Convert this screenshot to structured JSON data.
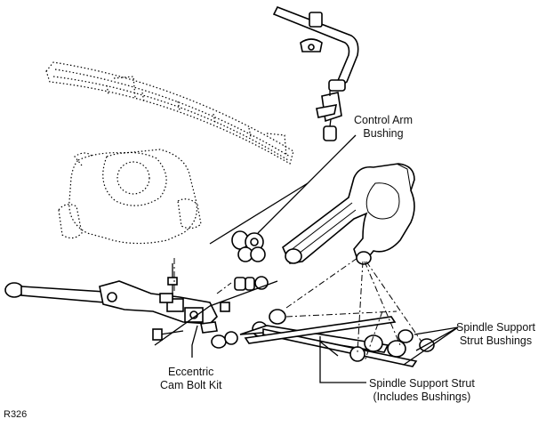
{
  "labels": {
    "control_arm_bushing": [
      "Control Arm",
      "Bushing"
    ],
    "spindle_support_strut_bushings": [
      "Spindle Support",
      "Strut Bushings"
    ],
    "eccentric_cam_bolt_kit": [
      "Eccentric",
      "Cam Bolt Kit"
    ],
    "spindle_support_strut": [
      "Spindle Support Strut",
      "(Includes Bushings)"
    ]
  },
  "figure_ref": "R326"
}
